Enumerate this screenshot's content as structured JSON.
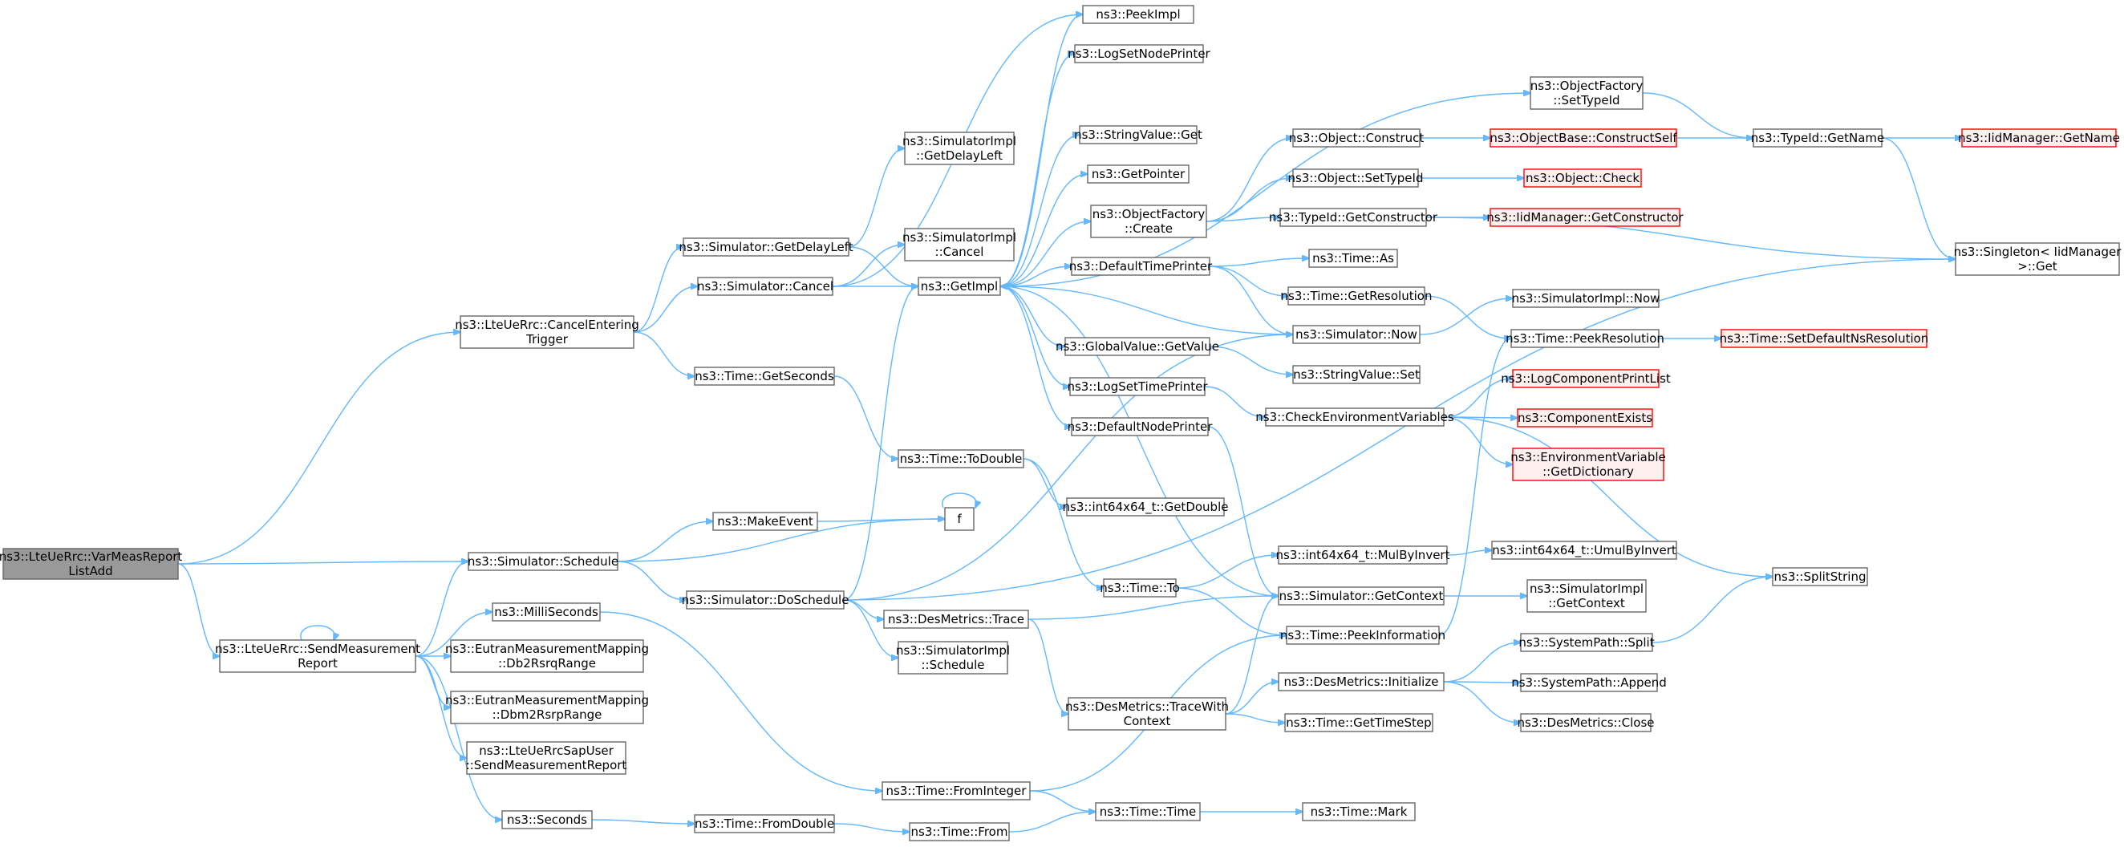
{
  "nodes": [
    {
      "id": "root",
      "lines": [
        "ns3::LteUeRrc::VarMeasReport",
        "ListAdd"
      ],
      "style": "root"
    },
    {
      "id": "cancelEnter",
      "lines": [
        "ns3::LteUeRrc::CancelEntering",
        "Trigger"
      ]
    },
    {
      "id": "sendMeas",
      "lines": [
        "ns3::LteUeRrc::SendMeasurement",
        "Report"
      ]
    },
    {
      "id": "schedule",
      "lines": [
        "ns3::Simulator::Schedule"
      ]
    },
    {
      "id": "getDelayLeft",
      "lines": [
        "ns3::Simulator::GetDelayLeft"
      ]
    },
    {
      "id": "simCancel",
      "lines": [
        "ns3::Simulator::Cancel"
      ]
    },
    {
      "id": "getSeconds",
      "lines": [
        "ns3::Time::GetSeconds"
      ]
    },
    {
      "id": "implDelayLeft",
      "lines": [
        "ns3::SimulatorImpl",
        "::GetDelayLeft"
      ]
    },
    {
      "id": "implCancel",
      "lines": [
        "ns3::SimulatorImpl",
        "::Cancel"
      ]
    },
    {
      "id": "getImpl",
      "lines": [
        "ns3::GetImpl"
      ]
    },
    {
      "id": "makeEvent",
      "lines": [
        "ns3::MakeEvent"
      ]
    },
    {
      "id": "f",
      "lines": [
        "f"
      ]
    },
    {
      "id": "doSchedule",
      "lines": [
        "ns3::Simulator::DoSchedule"
      ]
    },
    {
      "id": "toDouble",
      "lines": [
        "ns3::Time::ToDouble"
      ]
    },
    {
      "id": "milliSeconds",
      "lines": [
        "ns3::MilliSeconds"
      ]
    },
    {
      "id": "db2rsrq",
      "lines": [
        "ns3::EutranMeasurementMapping",
        "::Db2RsrqRange"
      ]
    },
    {
      "id": "dbm2rsrp",
      "lines": [
        "ns3::EutranMeasurementMapping",
        "::Dbm2RsrpRange"
      ]
    },
    {
      "id": "sapUser",
      "lines": [
        "ns3::LteUeRrcSapUser",
        "::SendMeasurementReport"
      ]
    },
    {
      "id": "seconds",
      "lines": [
        "ns3::Seconds"
      ]
    },
    {
      "id": "fromInteger",
      "lines": [
        "ns3::Time::FromInteger"
      ]
    },
    {
      "id": "fromDouble",
      "lines": [
        "ns3::Time::FromDouble"
      ]
    },
    {
      "id": "timeFrom",
      "lines": [
        "ns3::Time::From"
      ]
    },
    {
      "id": "peekImpl",
      "lines": [
        "ns3::PeekImpl"
      ]
    },
    {
      "id": "logSetNode",
      "lines": [
        "ns3::LogSetNodePrinter"
      ]
    },
    {
      "id": "strValGet",
      "lines": [
        "ns3::StringValue::Get"
      ]
    },
    {
      "id": "getPointer",
      "lines": [
        "ns3::GetPointer"
      ]
    },
    {
      "id": "ofCreate",
      "lines": [
        "ns3::ObjectFactory",
        "::Create"
      ]
    },
    {
      "id": "defTimePrinter",
      "lines": [
        "ns3::DefaultTimePrinter"
      ]
    },
    {
      "id": "gvGetValue",
      "lines": [
        "ns3::GlobalValue::GetValue"
      ]
    },
    {
      "id": "logSetTime",
      "lines": [
        "ns3::LogSetTimePrinter"
      ]
    },
    {
      "id": "defNodePrinter",
      "lines": [
        "ns3::DefaultNodePrinter"
      ]
    },
    {
      "id": "int64GetDouble",
      "lines": [
        "ns3::int64x64_t::GetDouble"
      ]
    },
    {
      "id": "timeTo",
      "lines": [
        "ns3::Time::To"
      ]
    },
    {
      "id": "desTrace",
      "lines": [
        "ns3::DesMetrics::Trace"
      ]
    },
    {
      "id": "implSchedule",
      "lines": [
        "ns3::SimulatorImpl",
        "::Schedule"
      ]
    },
    {
      "id": "traceWithCtx",
      "lines": [
        "ns3::DesMetrics::TraceWith",
        "Context"
      ]
    },
    {
      "id": "timeTime",
      "lines": [
        "ns3::Time::Time"
      ]
    },
    {
      "id": "ofSetTypeId",
      "lines": [
        "ns3::ObjectFactory",
        "::SetTypeId"
      ]
    },
    {
      "id": "objConstruct",
      "lines": [
        "ns3::Object::Construct"
      ]
    },
    {
      "id": "objSetTypeId",
      "lines": [
        "ns3::Object::SetTypeId"
      ]
    },
    {
      "id": "tidGetCtor",
      "lines": [
        "ns3::TypeId::GetConstructor"
      ]
    },
    {
      "id": "timeAs",
      "lines": [
        "ns3::Time::As"
      ]
    },
    {
      "id": "timeGetRes",
      "lines": [
        "ns3::Time::GetResolution"
      ]
    },
    {
      "id": "simNow",
      "lines": [
        "ns3::Simulator::Now"
      ]
    },
    {
      "id": "strValSet",
      "lines": [
        "ns3::StringValue::Set"
      ]
    },
    {
      "id": "checkEnv",
      "lines": [
        "ns3::CheckEnvironmentVariables"
      ]
    },
    {
      "id": "mulByInvert",
      "lines": [
        "ns3::int64x64_t::MulByInvert"
      ]
    },
    {
      "id": "simGetCtx",
      "lines": [
        "ns3::Simulator::GetContext"
      ]
    },
    {
      "id": "peekInfo",
      "lines": [
        "ns3::Time::PeekInformation"
      ]
    },
    {
      "id": "desInit",
      "lines": [
        "ns3::DesMetrics::Initialize"
      ]
    },
    {
      "id": "getTimeStep",
      "lines": [
        "ns3::Time::GetTimeStep"
      ]
    },
    {
      "id": "timeMark",
      "lines": [
        "ns3::Time::Mark"
      ]
    },
    {
      "id": "obConstructSelf",
      "lines": [
        "ns3::ObjectBase::ConstructSelf"
      ],
      "style": "red"
    },
    {
      "id": "objCheck",
      "lines": [
        "ns3::Object::Check"
      ],
      "style": "red"
    },
    {
      "id": "iidGetCtor",
      "lines": [
        "ns3::IidManager::GetConstructor"
      ],
      "style": "red"
    },
    {
      "id": "implNow",
      "lines": [
        "ns3::SimulatorImpl::Now"
      ]
    },
    {
      "id": "peekRes",
      "lines": [
        "ns3::Time::PeekResolution"
      ]
    },
    {
      "id": "logCompPrint",
      "lines": [
        "ns3::LogComponentPrintList"
      ],
      "style": "red"
    },
    {
      "id": "compExists",
      "lines": [
        "ns3::ComponentExists"
      ],
      "style": "red"
    },
    {
      "id": "envGetDict",
      "lines": [
        "ns3::EnvironmentVariable",
        "::GetDictionary"
      ],
      "style": "red"
    },
    {
      "id": "umulByInvert",
      "lines": [
        "ns3::int64x64_t::UmulByInvert"
      ]
    },
    {
      "id": "implGetCtx",
      "lines": [
        "ns3::SimulatorImpl",
        "::GetContext"
      ]
    },
    {
      "id": "spSplit",
      "lines": [
        "ns3::SystemPath::Split"
      ]
    },
    {
      "id": "spAppend",
      "lines": [
        "ns3::SystemPath::Append"
      ]
    },
    {
      "id": "desClose",
      "lines": [
        "ns3::DesMetrics::Close"
      ]
    },
    {
      "id": "tidGetName",
      "lines": [
        "ns3::TypeId::GetName"
      ]
    },
    {
      "id": "setDefaultNs",
      "lines": [
        "ns3::Time::SetDefaultNsResolution"
      ],
      "style": "red"
    },
    {
      "id": "splitString",
      "lines": [
        "ns3::SplitString"
      ]
    },
    {
      "id": "iidGetName",
      "lines": [
        "ns3::IidManager::GetName"
      ],
      "style": "red"
    },
    {
      "id": "singletonGet",
      "lines": [
        "ns3::Singleton< IidManager",
        ">::Get"
      ]
    }
  ],
  "edges": [
    [
      "root",
      "cancelEnter"
    ],
    [
      "root",
      "schedule"
    ],
    [
      "root",
      "sendMeas"
    ],
    [
      "cancelEnter",
      "getDelayLeft"
    ],
    [
      "cancelEnter",
      "simCancel"
    ],
    [
      "cancelEnter",
      "getSeconds"
    ],
    [
      "getDelayLeft",
      "implDelayLeft"
    ],
    [
      "getDelayLeft",
      "getImpl"
    ],
    [
      "simCancel",
      "implCancel"
    ],
    [
      "simCancel",
      "getImpl"
    ],
    [
      "simCancel",
      "peekImpl"
    ],
    [
      "getSeconds",
      "toDouble"
    ],
    [
      "sendMeas",
      "sendMeas"
    ],
    [
      "sendMeas",
      "schedule"
    ],
    [
      "sendMeas",
      "milliSeconds"
    ],
    [
      "sendMeas",
      "db2rsrq"
    ],
    [
      "sendMeas",
      "dbm2rsrp"
    ],
    [
      "sendMeas",
      "sapUser"
    ],
    [
      "sendMeas",
      "seconds"
    ],
    [
      "schedule",
      "makeEvent"
    ],
    [
      "schedule",
      "f"
    ],
    [
      "schedule",
      "doSchedule"
    ],
    [
      "makeEvent",
      "f"
    ],
    [
      "f",
      "f"
    ],
    [
      "doSchedule",
      "getImpl"
    ],
    [
      "doSchedule",
      "simNow"
    ],
    [
      "doSchedule",
      "desTrace"
    ],
    [
      "doSchedule",
      "implSchedule"
    ],
    [
      "doSchedule",
      "singletonGet"
    ],
    [
      "toDouble",
      "int64GetDouble"
    ],
    [
      "toDouble",
      "timeTo"
    ],
    [
      "milliSeconds",
      "fromInteger"
    ],
    [
      "seconds",
      "fromDouble"
    ],
    [
      "fromDouble",
      "timeFrom"
    ],
    [
      "timeFrom",
      "timeTime"
    ],
    [
      "fromInteger",
      "timeTime"
    ],
    [
      "fromInteger",
      "peekInfo"
    ],
    [
      "getImpl",
      "peekImpl"
    ],
    [
      "getImpl",
      "logSetNode"
    ],
    [
      "getImpl",
      "strValGet"
    ],
    [
      "getImpl",
      "getPointer"
    ],
    [
      "getImpl",
      "ofCreate"
    ],
    [
      "getImpl",
      "defTimePrinter"
    ],
    [
      "getImpl",
      "gvGetValue"
    ],
    [
      "getImpl",
      "logSetTime"
    ],
    [
      "getImpl",
      "defNodePrinter"
    ],
    [
      "getImpl",
      "ofSetTypeId"
    ],
    [
      "ofCreate",
      "objConstruct"
    ],
    [
      "ofCreate",
      "objSetTypeId"
    ],
    [
      "ofCreate",
      "tidGetCtor"
    ],
    [
      "defTimePrinter",
      "timeAs"
    ],
    [
      "defTimePrinter",
      "timeGetRes"
    ],
    [
      "defTimePrinter",
      "simNow"
    ],
    [
      "gvGetValue",
      "strValSet"
    ],
    [
      "logSetTime",
      "checkEnv"
    ],
    [
      "defNodePrinter",
      "simGetCtx"
    ],
    [
      "timeTo",
      "mulByInvert"
    ],
    [
      "timeTo",
      "peekInfo"
    ],
    [
      "desTrace",
      "simGetCtx"
    ],
    [
      "desTrace",
      "traceWithCtx"
    ],
    [
      "traceWithCtx",
      "simGetCtx"
    ],
    [
      "traceWithCtx",
      "desInit"
    ],
    [
      "traceWithCtx",
      "getTimeStep"
    ],
    [
      "timeTime",
      "timeMark"
    ],
    [
      "simNow",
      "getImpl"
    ],
    [
      "simNow",
      "implNow"
    ],
    [
      "simGetCtx",
      "getImpl"
    ],
    [
      "simGetCtx",
      "implGetCtx"
    ],
    [
      "objConstruct",
      "obConstructSelf"
    ],
    [
      "objSetTypeId",
      "objCheck"
    ],
    [
      "tidGetCtor",
      "iidGetCtor"
    ],
    [
      "tidGetCtor",
      "singletonGet"
    ],
    [
      "timeGetRes",
      "peekRes"
    ],
    [
      "checkEnv",
      "logCompPrint"
    ],
    [
      "checkEnv",
      "compExists"
    ],
    [
      "checkEnv",
      "envGetDict"
    ],
    [
      "checkEnv",
      "splitString"
    ],
    [
      "mulByInvert",
      "umulByInvert"
    ],
    [
      "peekInfo",
      "peekRes"
    ],
    [
      "desInit",
      "spSplit"
    ],
    [
      "desInit",
      "spAppend"
    ],
    [
      "desInit",
      "desClose"
    ],
    [
      "ofSetTypeId",
      "tidGetName"
    ],
    [
      "obConstructSelf",
      "tidGetName"
    ],
    [
      "peekRes",
      "setDefaultNs"
    ],
    [
      "spSplit",
      "splitString"
    ],
    [
      "tidGetName",
      "iidGetName"
    ],
    [
      "tidGetName",
      "singletonGet"
    ]
  ]
}
